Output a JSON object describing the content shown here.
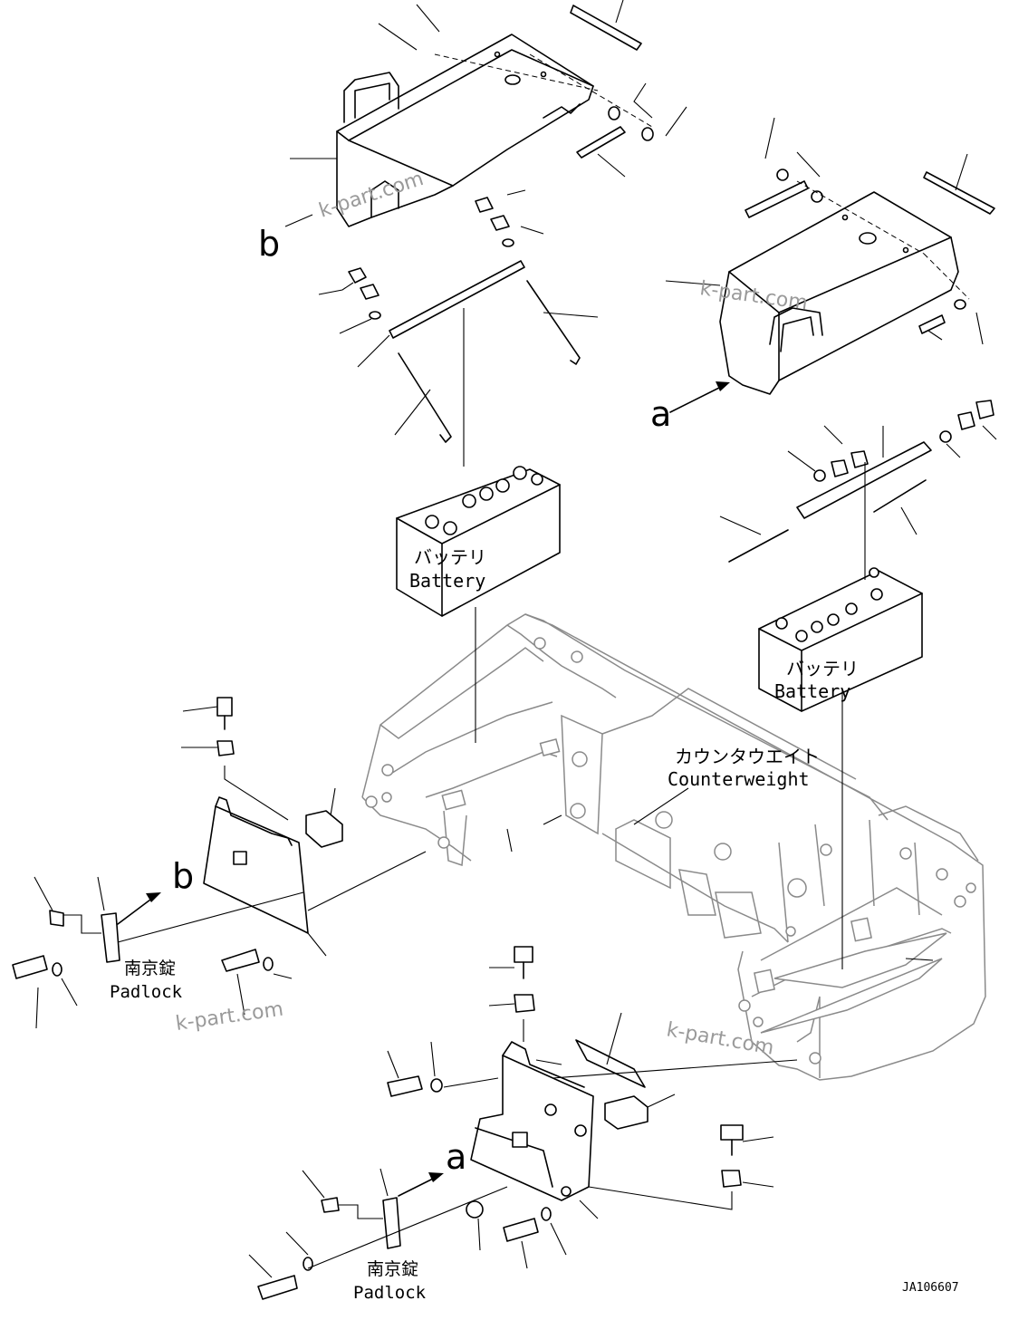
{
  "labels": {
    "battery_jp": "バッテリ",
    "battery_en": "Battery",
    "counterweight_jp": "カウンタウエイト",
    "counterweight_en": "Counterweight",
    "padlock_jp": "南京錠",
    "padlock_en": "Padlock",
    "view_a": "a",
    "view_b": "b"
  },
  "watermark": "k-part.com",
  "drawing_code": "JA106607"
}
